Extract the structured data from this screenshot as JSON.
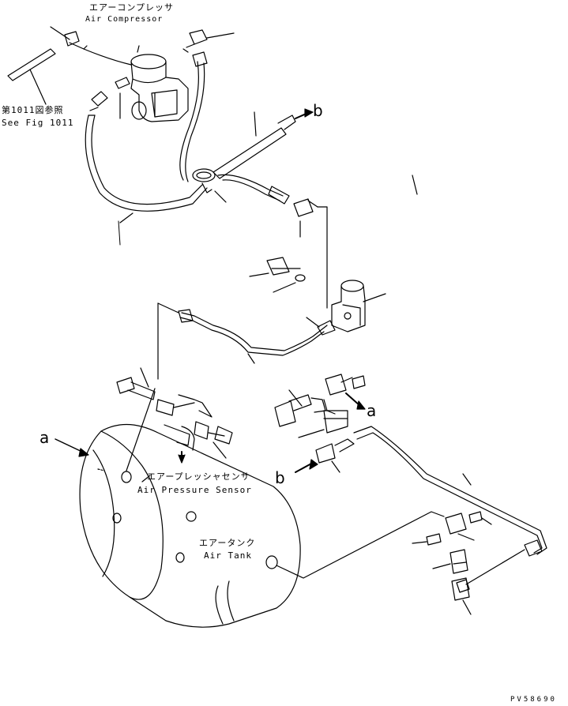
{
  "labels": {
    "air_compressor_jp": "エアーコンプレッサ",
    "air_compressor_en": "Air Compressor",
    "see_fig_jp": "第1011図参照",
    "see_fig_en": "See Fig 1011",
    "air_pressure_sensor_jp": "エアープレッシャセンサ",
    "air_pressure_sensor_en": "Air Pressure Sensor",
    "air_tank_jp": "エアータンク",
    "air_tank_en": "Air Tank",
    "ref_b_top": "b",
    "ref_a_right": "a",
    "ref_a_left": "a",
    "ref_b_left": "b",
    "drawing_code": "PV58690"
  }
}
